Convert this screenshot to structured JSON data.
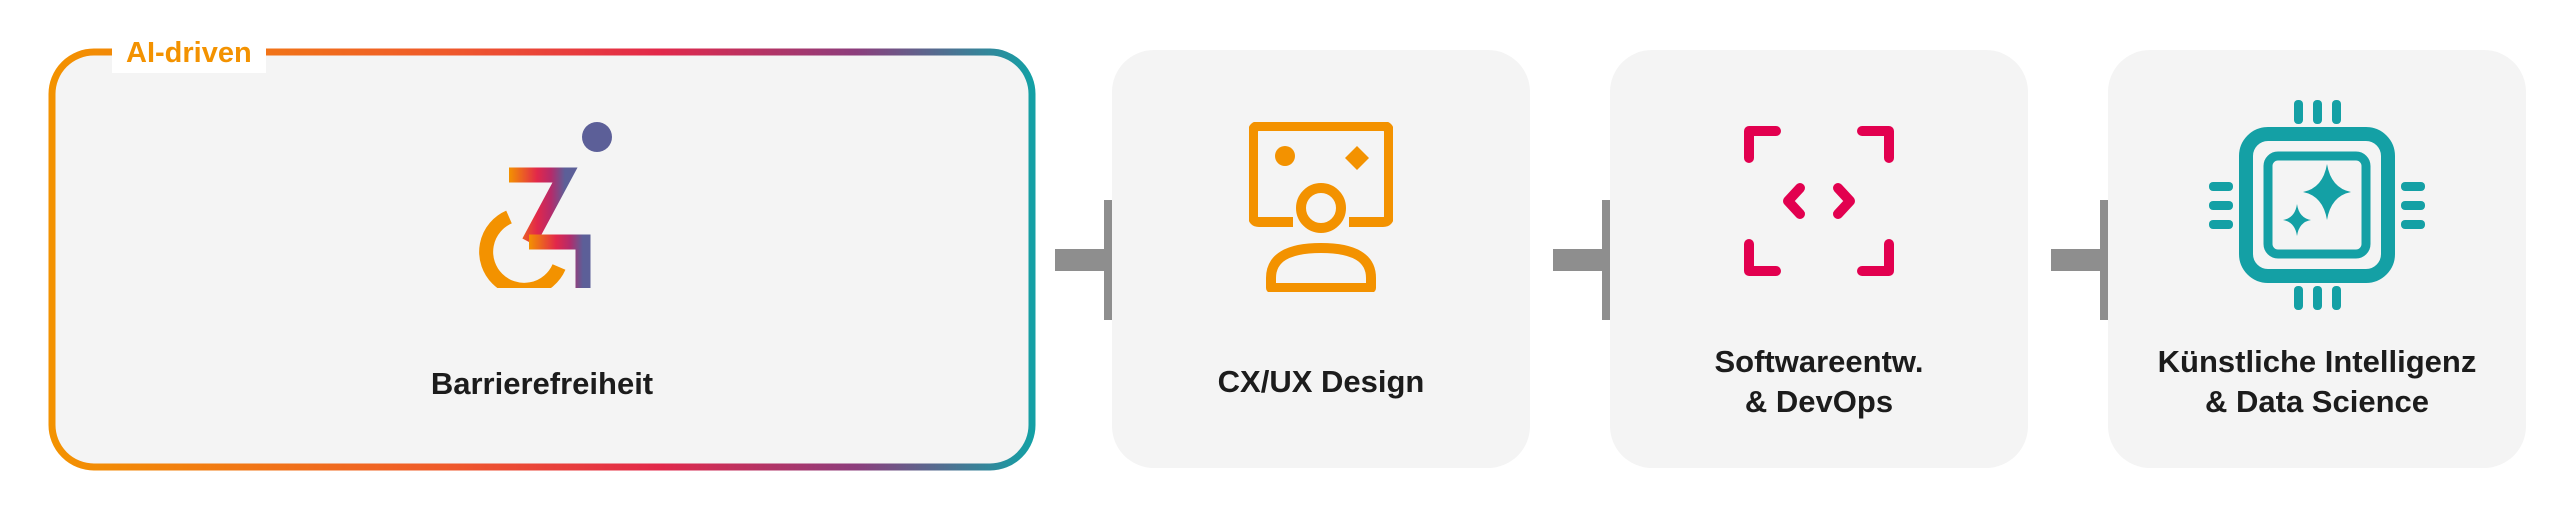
{
  "badge": "AI-driven",
  "cards": [
    {
      "label": "Barrierefreiheit",
      "icon": "wheelchair-icon"
    },
    {
      "label": "CX/UX Design",
      "icon": "presenter-screen-icon"
    },
    {
      "label": "Softwareentw.\n& DevOps",
      "icon": "code-brackets-icon"
    },
    {
      "label": "Künstliche Intelligenz\n& Data Science",
      "icon": "ai-chip-icon"
    }
  ],
  "plus_sign": "plus-icon",
  "colors": {
    "card_bg": "#f4f4f4",
    "orange": "#f39200",
    "red": "#e2284a",
    "magenta": "#d60b52",
    "teal": "#14a0a5",
    "plus_gray": "#8e8e8e",
    "text": "#1c1c1c"
  }
}
